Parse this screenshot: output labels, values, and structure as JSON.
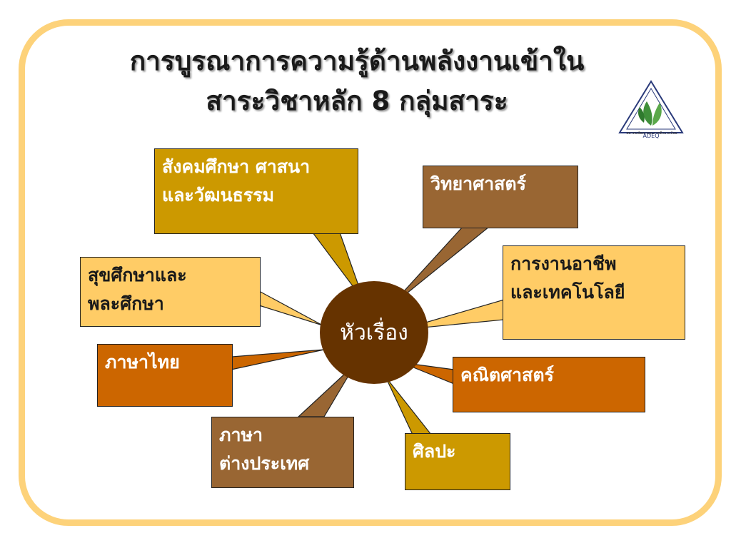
{
  "title": {
    "line1": "การบูรณาการความรู้ด้านพลังงานเข้าใน",
    "line2": "สาระวิชาหลัก 8 กลุ่มสาระ"
  },
  "center": {
    "label": "หัวเรื่อง",
    "color": "#663300"
  },
  "topics": [
    {
      "id": "social",
      "lines": [
        "สังคมศึกษา ศาสนา",
        "และวัฒนธรรม"
      ],
      "color": "#cc9900",
      "text_color": "#ffffff"
    },
    {
      "id": "science",
      "lines": [
        "วิทยาศาสตร์"
      ],
      "color": "#996633",
      "text_color": "#ffffff"
    },
    {
      "id": "career",
      "lines": [
        "การงานอาชีพ",
        "และเทคโนโลยี"
      ],
      "color": "#ffcc66",
      "text_color": "#1a1a1a"
    },
    {
      "id": "health",
      "lines": [
        "สุขศึกษาและ",
        "พละศึกษา"
      ],
      "color": "#ffcc66",
      "text_color": "#1a1a1a"
    },
    {
      "id": "thai",
      "lines": [
        "ภาษาไทย"
      ],
      "color": "#cc6600",
      "text_color": "#ffffff"
    },
    {
      "id": "math",
      "lines": [
        "คณิตศาสตร์"
      ],
      "color": "#cc6600",
      "text_color": "#ffffff"
    },
    {
      "id": "foreign",
      "lines": [
        "ภาษา",
        "ต่างประเทศ"
      ],
      "color": "#996633",
      "text_color": "#ffffff"
    },
    {
      "id": "art",
      "lines": [
        "ศิลปะ"
      ],
      "color": "#cc9900",
      "text_color": "#ffffff"
    }
  ],
  "frame_color": "#fdd27a",
  "logo": {
    "icon": "adeq-triangle-leaf-logo",
    "text": "ADEQ",
    "subtitle": "สมาคมพัฒนาคุณภาพสิ่งแวดล้อม"
  }
}
